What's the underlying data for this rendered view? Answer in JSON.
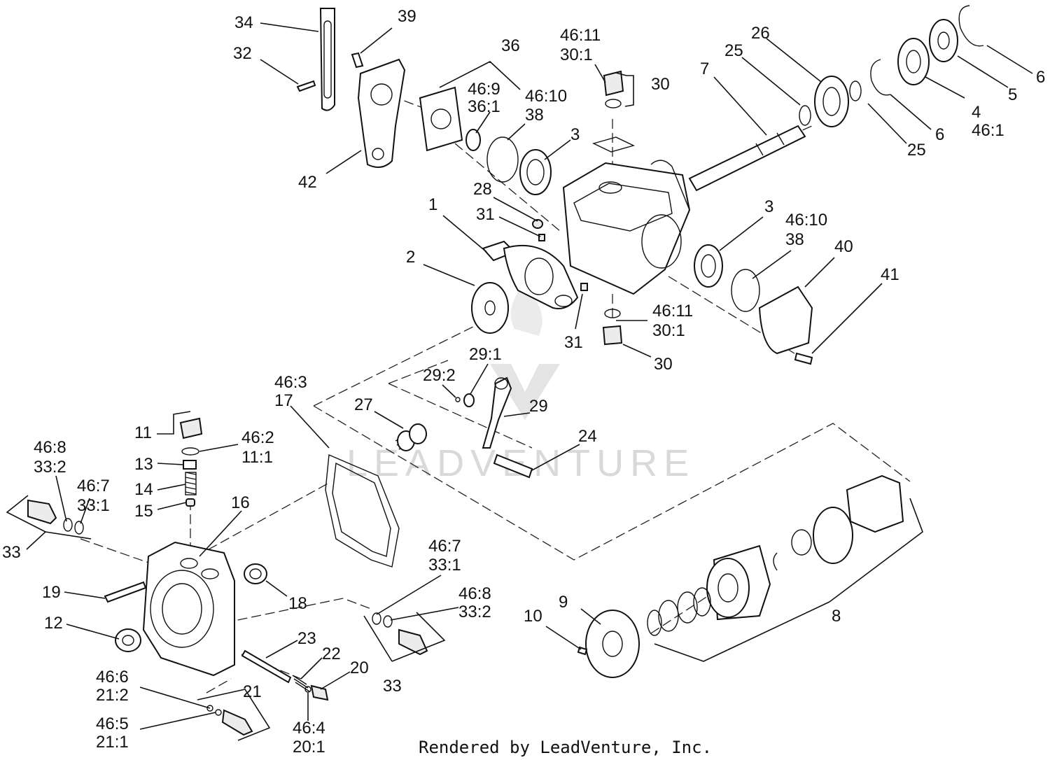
{
  "callouts": {
    "c34": "34",
    "c39": "39",
    "c32": "32",
    "c36": "36",
    "c46_9": "46:9",
    "c36_1": "36:1",
    "c46_11a": "46:11",
    "c30_1a": "30:1",
    "c30a": "30",
    "c46_10a": "46:10",
    "c38a": "38",
    "c26": "26",
    "c25a": "25",
    "c7": "7",
    "c6a": "6",
    "c5": "5",
    "c4": "4",
    "c46_1": "46:1",
    "c6b": "6",
    "c25b": "25",
    "c3a": "3",
    "c42": "42",
    "c28": "28",
    "c1": "1",
    "c31a": "31",
    "c2": "2",
    "c3b": "3",
    "c46_10b": "46:10",
    "c38b": "38",
    "c40": "40",
    "c41": "41",
    "c46_11b": "46:11",
    "c30_1b": "30:1",
    "c31b": "31",
    "c30b": "30",
    "c29_1": "29:1",
    "c29_2": "29:2",
    "c46_3": "46:3",
    "c17": "17",
    "c27": "27",
    "c29": "29",
    "c24": "24",
    "c11": "11",
    "c46_2": "46:2",
    "c11_1": "11:1",
    "c13": "13",
    "c14": "14",
    "c15": "15",
    "c16": "16",
    "c46_8a": "46:8",
    "c33_2a": "33:2",
    "c46_7a": "46:7",
    "c33_1a": "33:1",
    "c33a": "33",
    "c19": "19",
    "c18": "18",
    "c12": "12",
    "c46_7b": "46:7",
    "c33_1b": "33:1",
    "c46_8b": "46:8",
    "c33_2b": "33:2",
    "c9": "9",
    "c10": "10",
    "c8": "8",
    "c23": "23",
    "c22": "22",
    "c20": "20",
    "c21": "21",
    "c33b": "33",
    "c46_6": "46:6",
    "c21_2": "21:2",
    "c46_5": "46:5",
    "c21_1": "21:1",
    "c46_4": "46:4",
    "c20_1": "20:1"
  },
  "watermark": "LEADVENTURE",
  "footer": "Rendered by LeadVenture, Inc.",
  "colors": {
    "ink": "#111111",
    "watermark": "#d9d9d9",
    "background": "#ffffff"
  }
}
